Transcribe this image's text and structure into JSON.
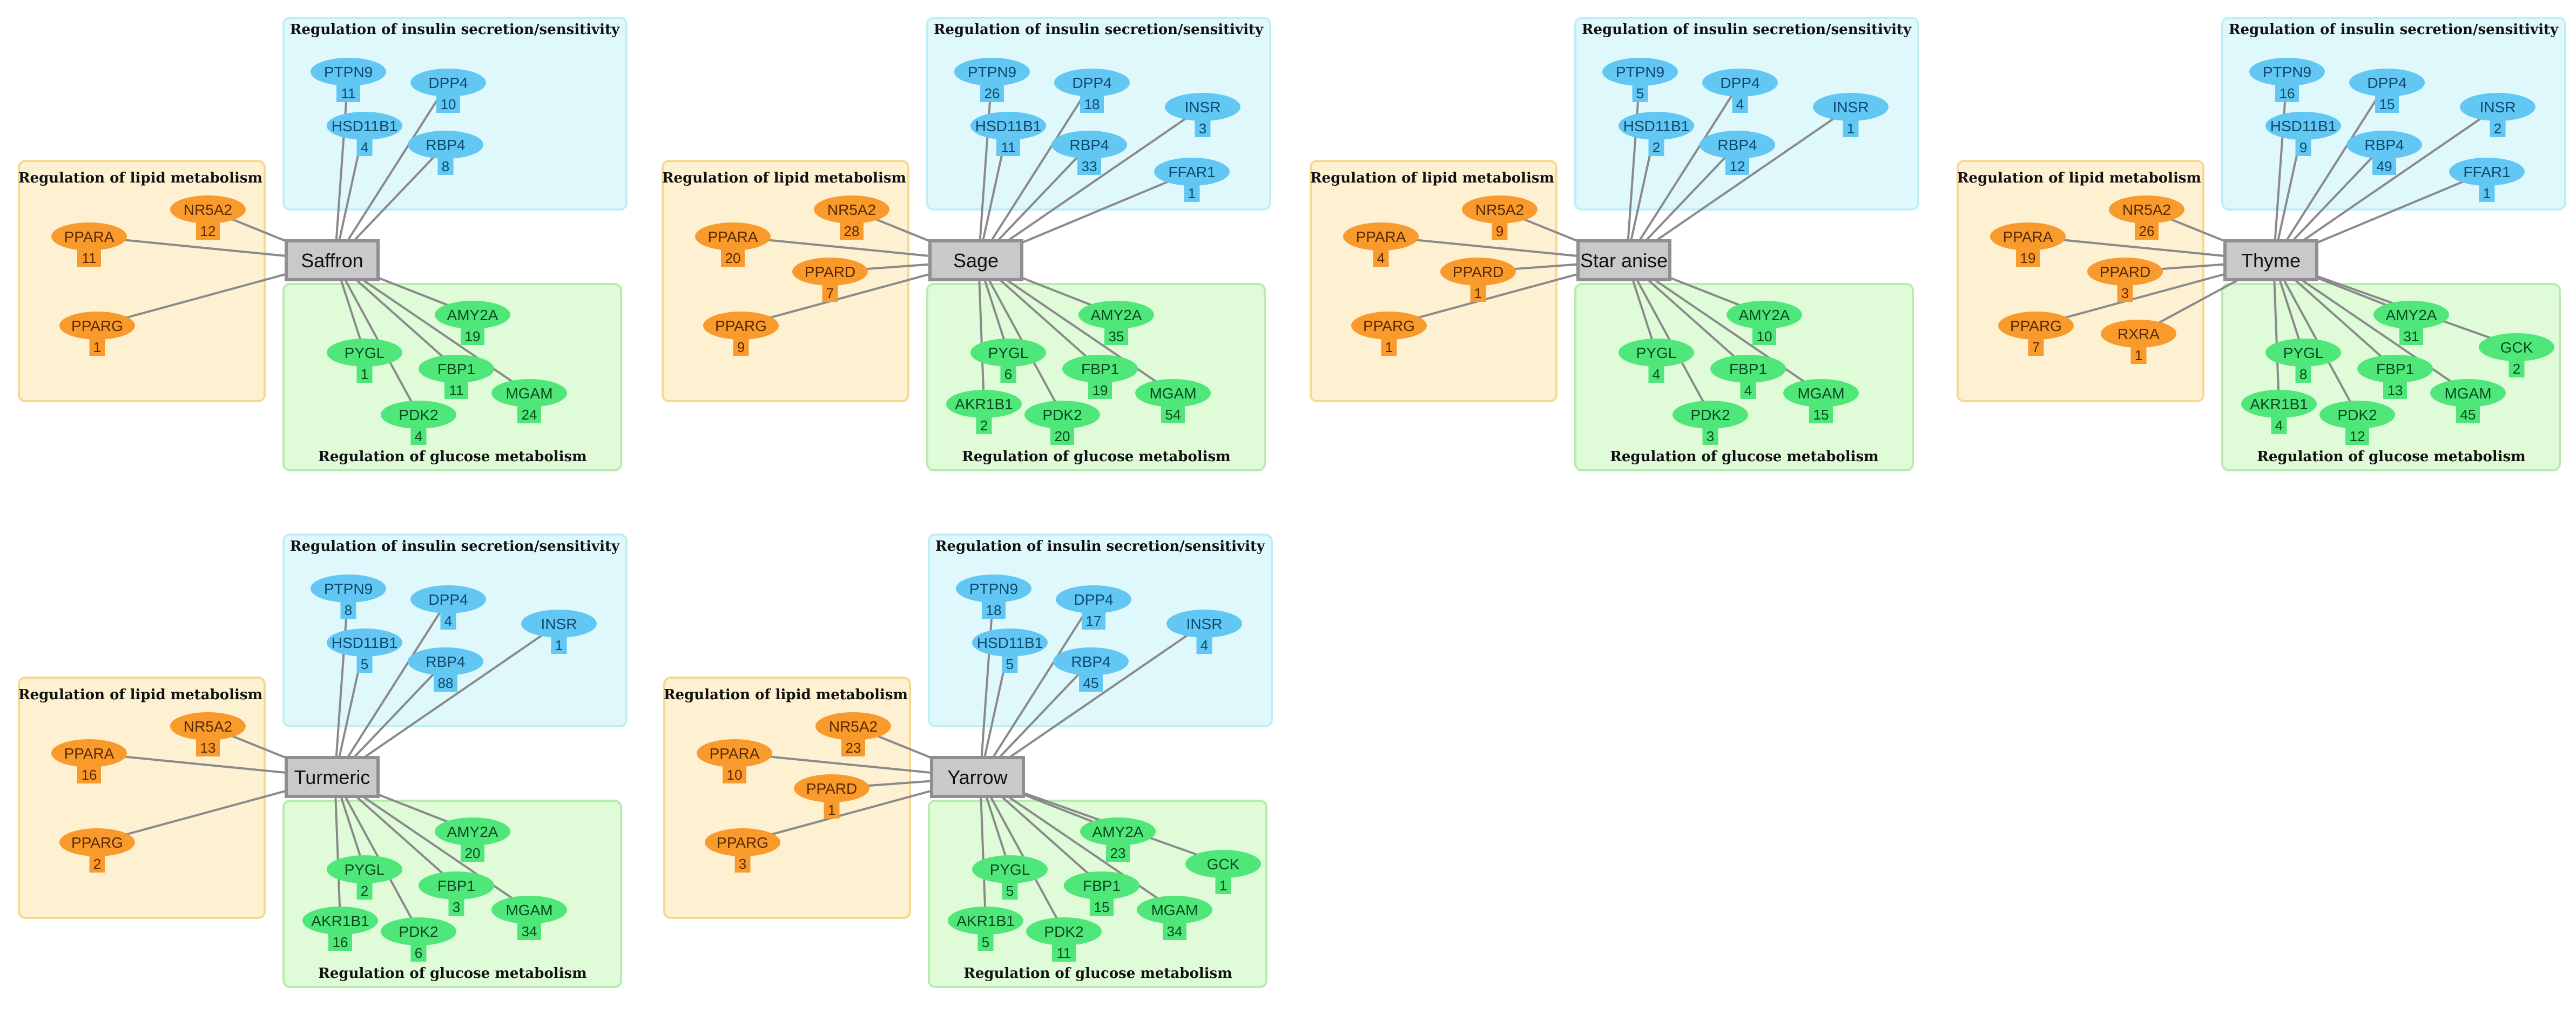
{
  "colors": {
    "insulin_box_fill": "#dff8fb",
    "insulin_box_stroke": "#bfeef5",
    "insulin_node": "#62c7f2",
    "insulin_text": "#0e4a6e",
    "lipid_box_fill": "#fdf1d2",
    "lipid_box_stroke": "#f4d98f",
    "lipid_node": "#f99a2c",
    "lipid_text": "#5a2a00",
    "glucose_box_fill": "#dffbd8",
    "glucose_box_stroke": "#b6ecac",
    "glucose_node": "#4fe67a",
    "glucose_text": "#0b4a1e",
    "herb_fill": "#c9c9c9",
    "herb_stroke": "#8f8f8f",
    "edge": "#8a8a8a"
  },
  "group_titles": {
    "insulin": "Regulation of insulin secretion/sensitivity",
    "lipid": "Regulation of lipid metabolism",
    "glucose": "Regulation of glucose metabolism"
  },
  "networks": [
    {
      "herb": "Saffron",
      "insulin": [
        {
          "gene": "PTPN9",
          "count": "11"
        },
        {
          "gene": "DPP4",
          "count": "10"
        },
        {
          "gene": "HSD11B1",
          "count": "4"
        },
        {
          "gene": "RBP4",
          "count": "8"
        }
      ],
      "lipid": [
        {
          "gene": "PPARA",
          "count": "11"
        },
        {
          "gene": "NR5A2",
          "count": "12"
        },
        {
          "gene": "PPARG",
          "count": "1"
        }
      ],
      "glucose": [
        {
          "gene": "AMY2A",
          "count": "19"
        },
        {
          "gene": "PYGL",
          "count": "1"
        },
        {
          "gene": "FBP1",
          "count": "11"
        },
        {
          "gene": "MGAM",
          "count": "24"
        },
        {
          "gene": "PDK2",
          "count": "4"
        }
      ]
    },
    {
      "herb": "Sage",
      "insulin": [
        {
          "gene": "PTPN9",
          "count": "26"
        },
        {
          "gene": "DPP4",
          "count": "18"
        },
        {
          "gene": "HSD11B1",
          "count": "11"
        },
        {
          "gene": "RBP4",
          "count": "33"
        },
        {
          "gene": "INSR",
          "count": "3"
        },
        {
          "gene": "FFAR1",
          "count": "1"
        }
      ],
      "lipid": [
        {
          "gene": "PPARA",
          "count": "20"
        },
        {
          "gene": "NR5A2",
          "count": "28"
        },
        {
          "gene": "PPARD",
          "count": "7"
        },
        {
          "gene": "PPARG",
          "count": "9"
        }
      ],
      "glucose": [
        {
          "gene": "AMY2A",
          "count": "35"
        },
        {
          "gene": "PYGL",
          "count": "6"
        },
        {
          "gene": "FBP1",
          "count": "19"
        },
        {
          "gene": "MGAM",
          "count": "54"
        },
        {
          "gene": "AKR1B1",
          "count": "2"
        },
        {
          "gene": "PDK2",
          "count": "20"
        }
      ]
    },
    {
      "herb": "Star anise",
      "insulin": [
        {
          "gene": "PTPN9",
          "count": "5"
        },
        {
          "gene": "DPP4",
          "count": "4"
        },
        {
          "gene": "HSD11B1",
          "count": "2"
        },
        {
          "gene": "RBP4",
          "count": "12"
        },
        {
          "gene": "INSR",
          "count": "1"
        }
      ],
      "lipid": [
        {
          "gene": "PPARA",
          "count": "4"
        },
        {
          "gene": "NR5A2",
          "count": "9"
        },
        {
          "gene": "PPARD",
          "count": "1"
        },
        {
          "gene": "PPARG",
          "count": "1"
        }
      ],
      "glucose": [
        {
          "gene": "AMY2A",
          "count": "10"
        },
        {
          "gene": "PYGL",
          "count": "4"
        },
        {
          "gene": "FBP1",
          "count": "4"
        },
        {
          "gene": "MGAM",
          "count": "15"
        },
        {
          "gene": "PDK2",
          "count": "3"
        }
      ]
    },
    {
      "herb": "Thyme",
      "insulin": [
        {
          "gene": "PTPN9",
          "count": "16"
        },
        {
          "gene": "DPP4",
          "count": "15"
        },
        {
          "gene": "HSD11B1",
          "count": "9"
        },
        {
          "gene": "RBP4",
          "count": "49"
        },
        {
          "gene": "INSR",
          "count": "2"
        },
        {
          "gene": "FFAR1",
          "count": "1"
        }
      ],
      "lipid": [
        {
          "gene": "PPARA",
          "count": "19"
        },
        {
          "gene": "NR5A2",
          "count": "26"
        },
        {
          "gene": "PPARD",
          "count": "3"
        },
        {
          "gene": "PPARG",
          "count": "7"
        },
        {
          "gene": "RXRA",
          "count": "1"
        }
      ],
      "glucose": [
        {
          "gene": "AMY2A",
          "count": "31"
        },
        {
          "gene": "GCK",
          "count": "2"
        },
        {
          "gene": "PYGL",
          "count": "8"
        },
        {
          "gene": "FBP1",
          "count": "13"
        },
        {
          "gene": "MGAM",
          "count": "45"
        },
        {
          "gene": "AKR1B1",
          "count": "4"
        },
        {
          "gene": "PDK2",
          "count": "12"
        }
      ]
    },
    {
      "herb": "Turmeric",
      "insulin": [
        {
          "gene": "PTPN9",
          "count": "8"
        },
        {
          "gene": "DPP4",
          "count": "4"
        },
        {
          "gene": "HSD11B1",
          "count": "5"
        },
        {
          "gene": "RBP4",
          "count": "88"
        },
        {
          "gene": "INSR",
          "count": "1"
        }
      ],
      "lipid": [
        {
          "gene": "PPARA",
          "count": "16"
        },
        {
          "gene": "NR5A2",
          "count": "13"
        },
        {
          "gene": "PPARG",
          "count": "2"
        }
      ],
      "glucose": [
        {
          "gene": "AMY2A",
          "count": "20"
        },
        {
          "gene": "PYGL",
          "count": "2"
        },
        {
          "gene": "FBP1",
          "count": "3"
        },
        {
          "gene": "MGAM",
          "count": "34"
        },
        {
          "gene": "AKR1B1",
          "count": "16"
        },
        {
          "gene": "PDK2",
          "count": "6"
        }
      ]
    },
    {
      "herb": "Yarrow",
      "insulin": [
        {
          "gene": "PTPN9",
          "count": "18"
        },
        {
          "gene": "DPP4",
          "count": "17"
        },
        {
          "gene": "HSD11B1",
          "count": "5"
        },
        {
          "gene": "RBP4",
          "count": "45"
        },
        {
          "gene": "INSR",
          "count": "4"
        }
      ],
      "lipid": [
        {
          "gene": "PPARA",
          "count": "10"
        },
        {
          "gene": "NR5A2",
          "count": "23"
        },
        {
          "gene": "PPARD",
          "count": "1"
        },
        {
          "gene": "PPARG",
          "count": "3"
        }
      ],
      "glucose": [
        {
          "gene": "AMY2A",
          "count": "23"
        },
        {
          "gene": "GCK",
          "count": "1"
        },
        {
          "gene": "PYGL",
          "count": "5"
        },
        {
          "gene": "FBP1",
          "count": "15"
        },
        {
          "gene": "MGAM",
          "count": "34"
        },
        {
          "gene": "AKR1B1",
          "count": "5"
        },
        {
          "gene": "PDK2",
          "count": "11"
        }
      ]
    }
  ]
}
